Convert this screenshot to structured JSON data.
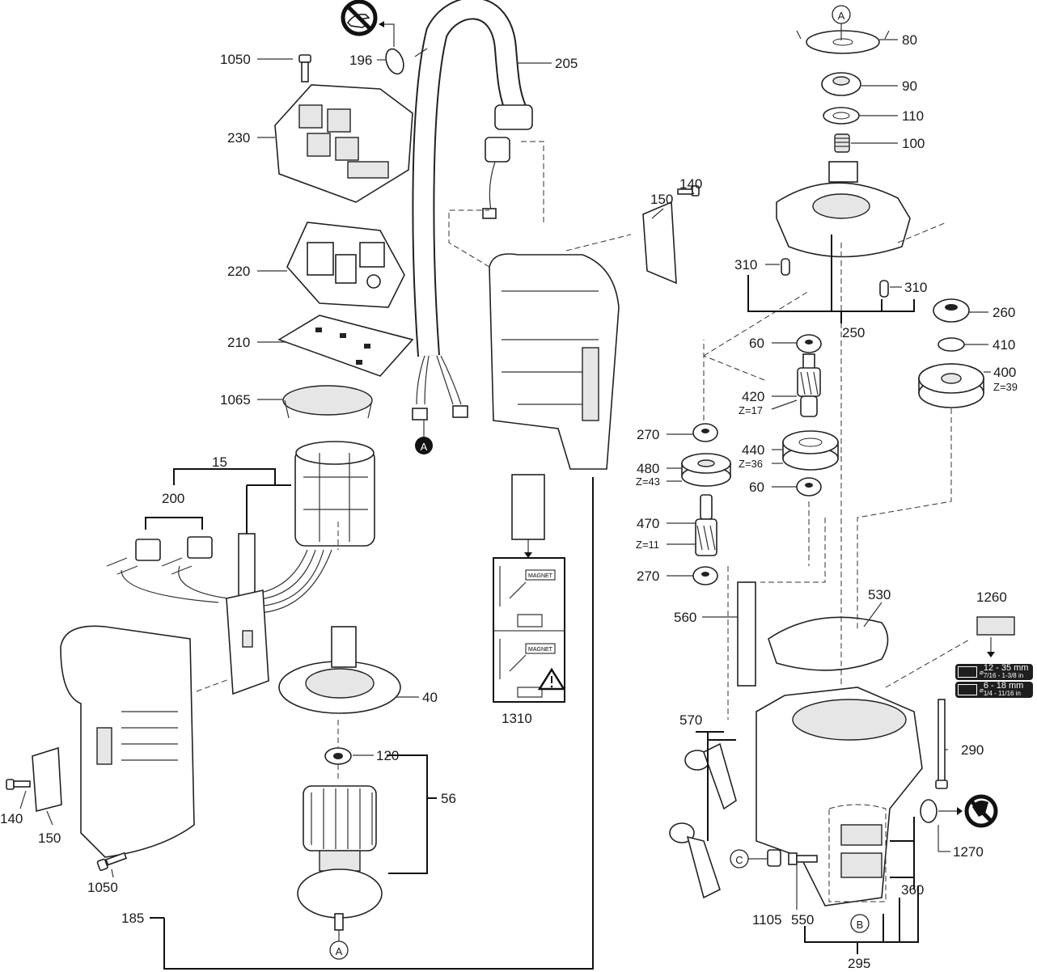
{
  "diagram": {
    "title": "Exploded parts diagram - magnetic core drill",
    "parts": [
      {
        "id": "1050",
        "label": "1050"
      },
      {
        "id": "196",
        "label": "196"
      },
      {
        "id": "205",
        "label": "205"
      },
      {
        "id": "230",
        "label": "230"
      },
      {
        "id": "220",
        "label": "220"
      },
      {
        "id": "210",
        "label": "210"
      },
      {
        "id": "1065",
        "label": "1065"
      },
      {
        "id": "15",
        "label": "15"
      },
      {
        "id": "200",
        "label": "200"
      },
      {
        "id": "40",
        "label": "40"
      },
      {
        "id": "120",
        "label": "120"
      },
      {
        "id": "56",
        "label": "56"
      },
      {
        "id": "140",
        "label": "140"
      },
      {
        "id": "150",
        "label": "150"
      },
      {
        "id": "1050b",
        "label": "1050"
      },
      {
        "id": "185",
        "label": "185"
      },
      {
        "id": "1310",
        "label": "1310"
      },
      {
        "id": "140b",
        "label": "140"
      },
      {
        "id": "150b",
        "label": "150"
      },
      {
        "id": "80",
        "label": "80"
      },
      {
        "id": "90",
        "label": "90"
      },
      {
        "id": "110",
        "label": "110"
      },
      {
        "id": "100",
        "label": "100"
      },
      {
        "id": "310",
        "label": "310"
      },
      {
        "id": "310b",
        "label": "310"
      },
      {
        "id": "250",
        "label": "250"
      },
      {
        "id": "260",
        "label": "260"
      },
      {
        "id": "410",
        "label": "410"
      },
      {
        "id": "400",
        "label": "400",
        "teeth": "Z=39"
      },
      {
        "id": "60",
        "label": "60"
      },
      {
        "id": "420",
        "label": "420",
        "teeth": "Z=17"
      },
      {
        "id": "440",
        "label": "440",
        "teeth": "Z=36"
      },
      {
        "id": "270",
        "label": "270"
      },
      {
        "id": "480",
        "label": "480",
        "teeth": "Z=43"
      },
      {
        "id": "60b",
        "label": "60"
      },
      {
        "id": "470",
        "label": "470",
        "teeth": "Z=11"
      },
      {
        "id": "270b",
        "label": "270"
      },
      {
        "id": "560",
        "label": "560"
      },
      {
        "id": "530",
        "label": "530"
      },
      {
        "id": "1260",
        "label": "1260"
      },
      {
        "id": "570",
        "label": "570"
      },
      {
        "id": "290",
        "label": "290"
      },
      {
        "id": "1270",
        "label": "1270"
      },
      {
        "id": "360",
        "label": "360"
      },
      {
        "id": "1105",
        "label": "1105"
      },
      {
        "id": "550",
        "label": "550"
      },
      {
        "id": "295",
        "label": "295"
      }
    ],
    "connectors": {
      "A_top": "A",
      "A_black": "A",
      "A_bottom": "A",
      "B": "B",
      "C": "C"
    },
    "warning_label": {
      "panel_top_text": "MAGNET",
      "panel_bottom_text": "MAGNET"
    },
    "spec_label": {
      "row1_main": "12 - 35 mm",
      "row1_sub": "7/16 - 1-3/8 in",
      "row2_main": "6 - 18 mm",
      "row2_sub": "1/4 - 11/16 in",
      "diameter_symbol": "⌀"
    },
    "icons": [
      "no-touch-hand-icon",
      "no-touch-hot-icon",
      "warning-triangle-icon"
    ]
  }
}
